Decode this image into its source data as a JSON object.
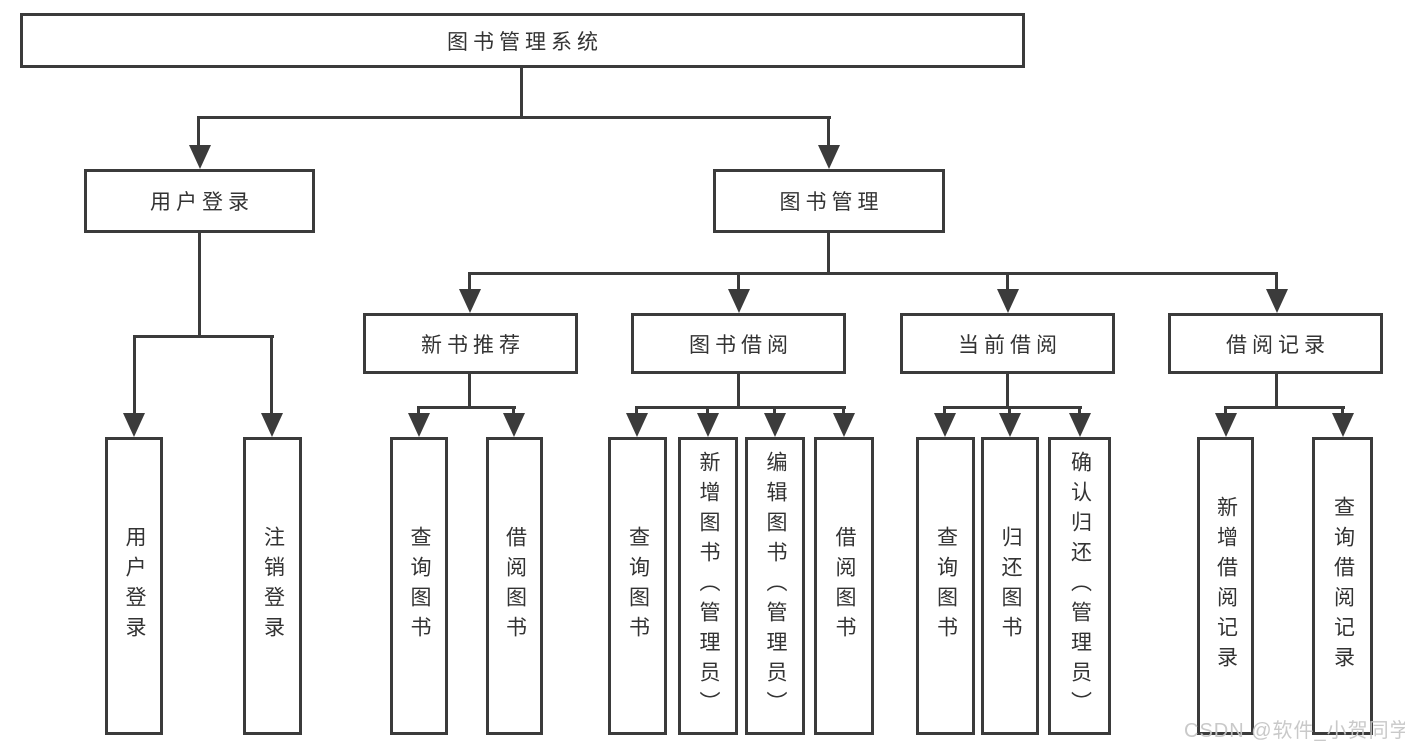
{
  "diagram": {
    "type": "hierarchy-tree",
    "colors": {
      "line": "#3b3b3b",
      "box_border": "#3b3b3b",
      "box_fill": "#ffffff",
      "text": "#333333",
      "watermark": "#c6c6c6",
      "background": "#ffffff"
    },
    "tree": {
      "root": {
        "label": "图书管理系统"
      },
      "branches": [
        {
          "label": "用户登录",
          "children": [
            {
              "label": "用户登录"
            },
            {
              "label": "注销登录"
            }
          ]
        },
        {
          "label": "图书管理",
          "children": [
            {
              "label": "新书推荐",
              "children": [
                {
                  "label": "查询图书"
                },
                {
                  "label": "借阅图书"
                }
              ]
            },
            {
              "label": "图书借阅",
              "children": [
                {
                  "label": "查询图书"
                },
                {
                  "label": "新增图书（管理员）"
                },
                {
                  "label": "编辑图书（管理员）"
                },
                {
                  "label": "借阅图书"
                }
              ]
            },
            {
              "label": "当前借阅",
              "children": [
                {
                  "label": "查询图书"
                },
                {
                  "label": "归还图书"
                },
                {
                  "label": "确认归还（管理员）"
                }
              ]
            },
            {
              "label": "借阅记录",
              "children": [
                {
                  "label": "新增借阅记录"
                },
                {
                  "label": "查询借阅记录"
                }
              ]
            }
          ]
        }
      ]
    }
  },
  "watermark": {
    "text": "CSDN @软件_小贺同学"
  }
}
